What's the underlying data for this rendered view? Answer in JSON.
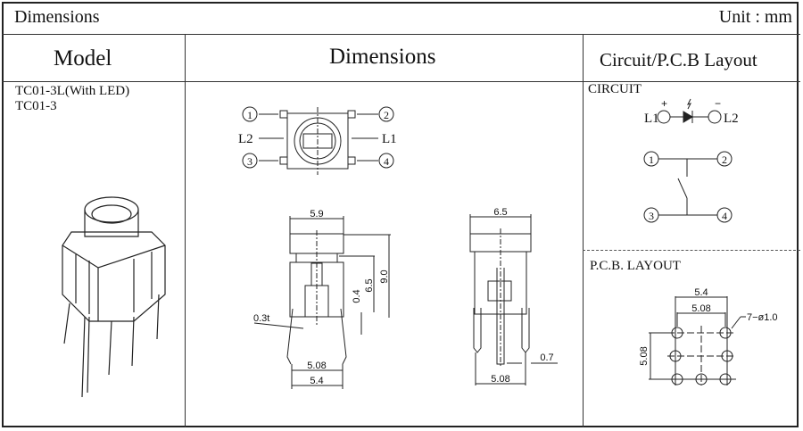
{
  "header": {
    "title": "Dimensions",
    "unit": "Unit : mm"
  },
  "columns": {
    "model": "Model",
    "dimensions": "Dimensions",
    "circuit": "Circuit/P.C.B Layout"
  },
  "models": [
    "TC01-3L(With LED)",
    "TC01-3"
  ],
  "top_view": {
    "pin1": "1",
    "pin2": "2",
    "pin3": "3",
    "pin4": "4",
    "left_label": "L2",
    "right_label": "L1"
  },
  "front_view": {
    "width_top": "5.9",
    "height_total": "9.0",
    "height_body": "6.5",
    "offset": "0.4",
    "thickness": "0.3t",
    "pin_pitch": "5.08",
    "pin_outer": "5.4"
  },
  "side_view": {
    "width_top": "6.5",
    "pin_width": "0.7",
    "pin_pitch": "5.08"
  },
  "circuit": {
    "title": "CIRCUIT",
    "plus": "+",
    "minus": "−",
    "l1": "L1",
    "l2": "L2",
    "pin1": "1",
    "pin2": "2",
    "pin3": "3",
    "pin4": "4"
  },
  "pcb": {
    "title": "P.C.B. LAYOUT",
    "outer": "5.4",
    "inner": "5.08",
    "vertical": "5.08",
    "holes": "7−ø1.0"
  }
}
